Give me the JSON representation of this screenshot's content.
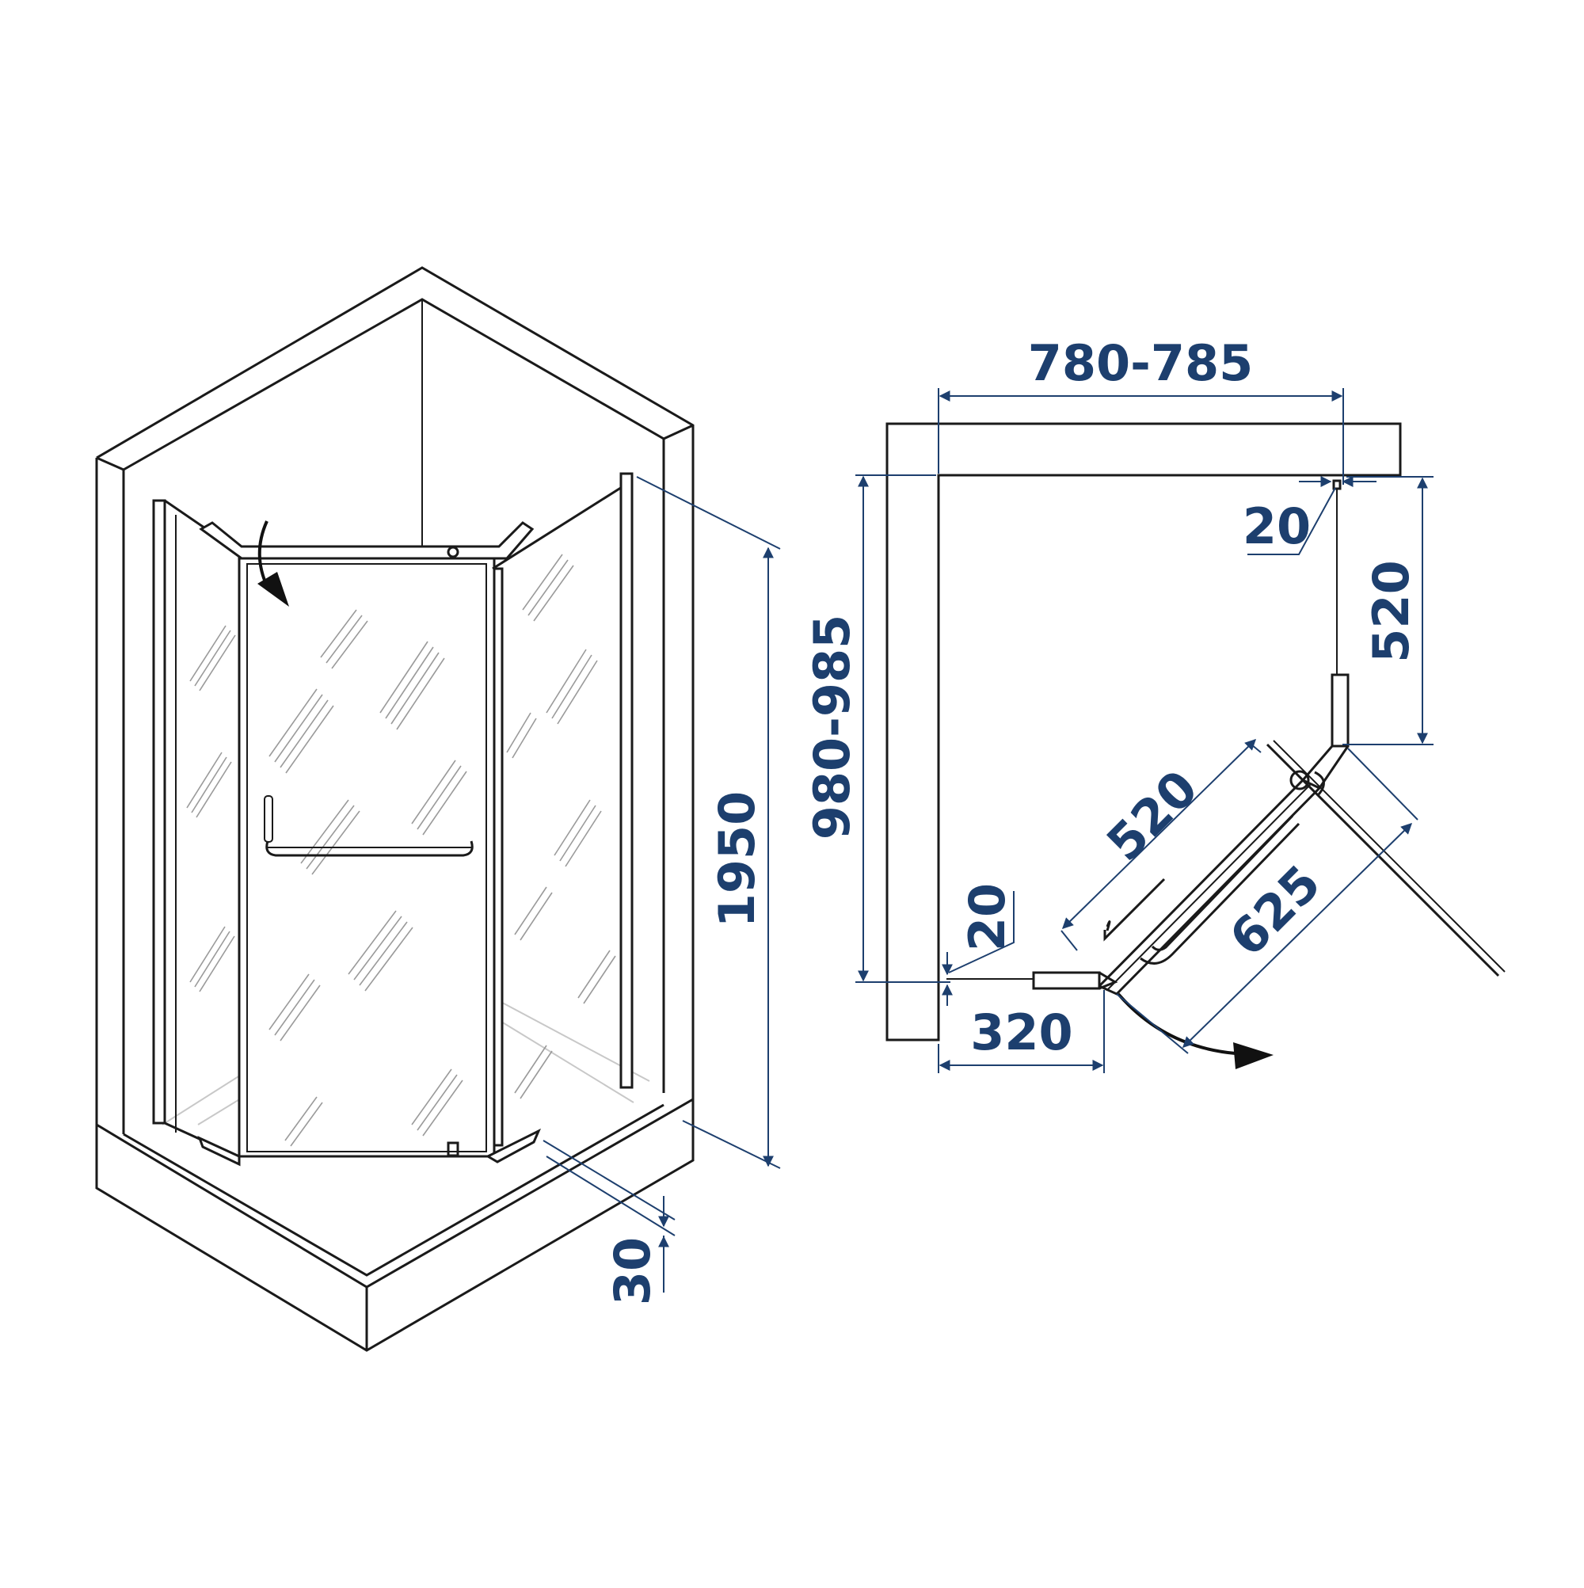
{
  "colors": {
    "line": "#1a1a1a",
    "dimension": "#1d3f6e",
    "background": "#ffffff"
  },
  "perspective_view": {
    "height_label": "1950",
    "tray_label": "30"
  },
  "plan_view": {
    "width_label": "780-785",
    "depth_label": "980-985",
    "top_gap_label": "20",
    "side_panel_label": "520",
    "door_label": "520",
    "door_opening_label": "625",
    "bottom_gap_label": "20",
    "bottom_panel_label": "320"
  },
  "icons": [
    "door-swing-arrow-icon",
    "door-swing-arrow-plan-icon"
  ]
}
